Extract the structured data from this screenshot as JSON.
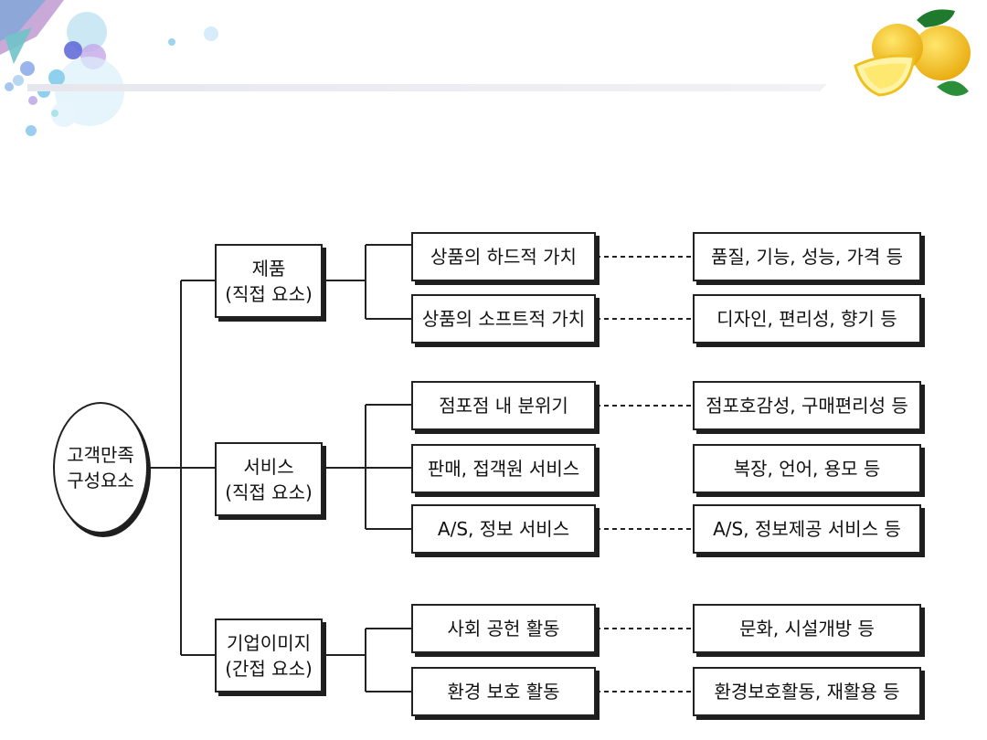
{
  "diagram": {
    "root": {
      "line1": "고객만족",
      "line2": "구성요소"
    },
    "categories": [
      {
        "line1": "제품",
        "line2": "(직접 요소)",
        "items": [
          {
            "label": "상품의 하드적 가치",
            "detail": "품질, 기능, 성능, 가격 등",
            "dashed": true
          },
          {
            "label": "상품의 소프트적 가치",
            "detail": "디자인, 편리성, 향기 등",
            "dashed": true
          }
        ]
      },
      {
        "line1": "서비스",
        "line2": "(직접 요소)",
        "items": [
          {
            "label": "점포점 내 분위기",
            "detail": "점포호감성, 구매편리성 등",
            "dashed": true
          },
          {
            "label": "판매, 접객원 서비스",
            "detail": "복장, 언어, 용모 등",
            "dashed": false
          },
          {
            "label": "A/S, 정보 서비스",
            "detail": "A/S, 정보제공 서비스 등",
            "dashed": true
          }
        ]
      },
      {
        "line1": "기업이미지",
        "line2": "(간접 요소)",
        "items": [
          {
            "label": "사회 공헌 활동",
            "detail": "문화, 시설개방 등",
            "dashed": true
          },
          {
            "label": "환경 보호 활동",
            "detail": "환경보호활동, 재활용 등",
            "dashed": true
          }
        ]
      }
    ]
  },
  "decor": {
    "lemon_icon": "lemon-icon",
    "bubbles": "bubbles-decoration",
    "colors": {
      "line": "#222222",
      "lemon": "#f5c518",
      "leaf": "#1f7a2e"
    }
  }
}
